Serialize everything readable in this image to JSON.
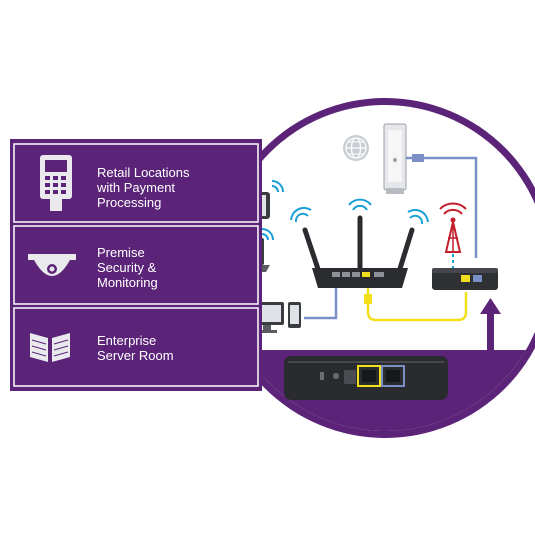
{
  "panel": {
    "bg_color": "#5c2479",
    "items": [
      {
        "label": "Retail Locations\nwith Payment\nProcessing",
        "icon": "payment-terminal-icon"
      },
      {
        "label": "Premise\nSecurity &\nMonitoring",
        "icon": "security-camera-icon"
      },
      {
        "label": "Enterprise\nServer Room",
        "icon": "server-rack-icon"
      }
    ]
  },
  "diagram": {
    "circle_color": "#5c2479",
    "cable_yellow": "#f2df1b",
    "cable_blue": "#7b8fc7",
    "wifi_color": "#1aa0d8",
    "devices": [
      "globe-icon",
      "modem-tower",
      "tablet",
      "laptop",
      "router",
      "monitor",
      "phone",
      "cell-tower-icon",
      "lte-extender",
      "lte-device-closeup"
    ]
  }
}
